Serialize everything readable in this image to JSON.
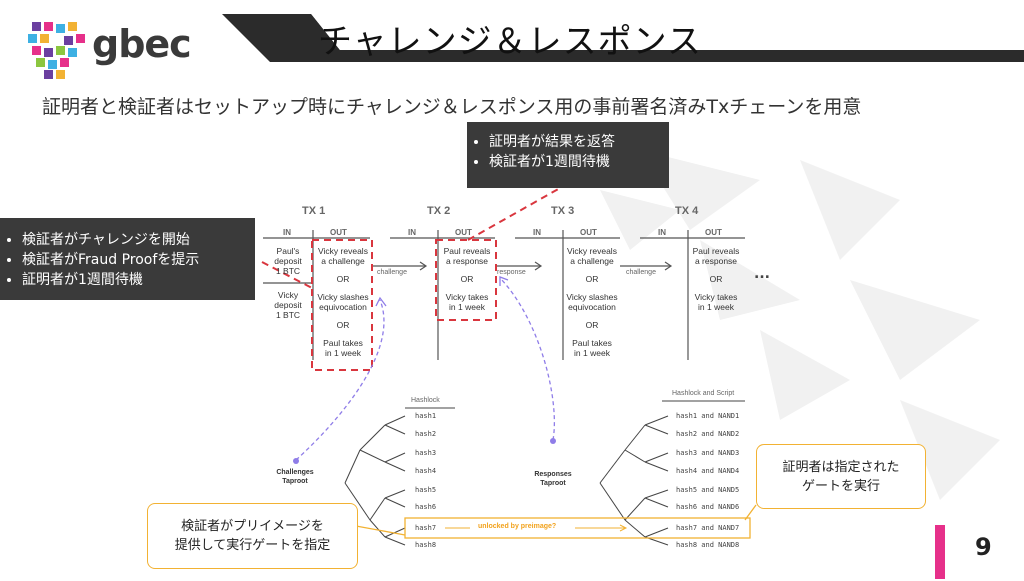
{
  "header": {
    "logo_text": "gbec",
    "title": "チャレンジ＆レスポンス"
  },
  "subtitle": "証明者と検証者はセットアップ時にチャレンジ＆レスポンス用の事前署名済みTxチェーンを用意",
  "callouts": {
    "prover_result": [
      "証明者が結果を返答",
      "検証者が1週間待機"
    ],
    "verifier_challenge": [
      "検証者がチャレンジを開始",
      "検証者がFraud Proofを提示",
      "証明者が1週間待機"
    ],
    "prover_gate": [
      "証明者は指定された",
      "ゲートを実行"
    ],
    "verifier_preimage": [
      "検証者がプリイメージを",
      "提供して実行ゲートを指定"
    ]
  },
  "diagram": {
    "tx1": {
      "label": "TX 1",
      "in_header": "IN",
      "out_header": "OUT",
      "inputs": [
        [
          "Paul's",
          "deposit",
          "1 BTC"
        ],
        [
          "Vicky",
          "deposit",
          "1 BTC"
        ]
      ],
      "outputs": [
        [
          "Vicky reveals",
          "a challenge"
        ],
        [
          "OR"
        ],
        [
          "Vicky slashes",
          "equivocation"
        ],
        [
          "OR"
        ],
        [
          "Paul takes",
          "in 1 week"
        ]
      ]
    },
    "tx2": {
      "label": "TX 2",
      "in_header": "IN",
      "out_header": "OUT",
      "outputs": [
        [
          "Paul reveals",
          "a response"
        ],
        [
          "OR"
        ],
        [
          "Vicky takes",
          "in 1 week"
        ]
      ]
    },
    "tx3": {
      "label": "TX 3",
      "in_header": "IN",
      "out_header": "OUT",
      "outputs": [
        [
          "Vicky reveals",
          "a challenge"
        ],
        [
          "OR"
        ],
        [
          "Vicky slashes",
          "equivocation"
        ],
        [
          "OR"
        ],
        [
          "Paul takes",
          "in 1 week"
        ]
      ]
    },
    "tx4": {
      "label": "TX 4",
      "in_header": "IN",
      "out_header": "OUT",
      "outputs": [
        [
          "Paul reveals",
          "a response"
        ],
        [
          "OR"
        ],
        [
          "Vicky takes",
          "in 1 week"
        ]
      ]
    },
    "arrow_labels": {
      "a1": "challenge",
      "a2": "response",
      "a3": "challenge"
    },
    "ellipsis": "...",
    "challenges_tree": {
      "title": [
        "Challenges",
        "Taproot"
      ],
      "header": "Hashlock",
      "leaves": [
        "hash1",
        "hash2",
        "hash3",
        "hash4",
        "hash5",
        "hash6",
        "hash7",
        "hash8"
      ]
    },
    "responses_tree": {
      "title": [
        "Responses",
        "Taproot"
      ],
      "header": "Hashlock and Script",
      "leaves": [
        "hash1  and  NAND1",
        "hash2  and  NAND2",
        "hash3  and  NAND3",
        "hash4  and  NAND4",
        "hash5  and  NAND5",
        "hash6  and  NAND6",
        "hash7  and  NAND7",
        "hash8  and  NAND8"
      ]
    },
    "unlock_label": "unlocked by preimage?"
  },
  "page_number": "9",
  "colors": {
    "accent_pink": "#e6308a",
    "dark_box": "#3a3a3a",
    "dashed_red": "#d9363e",
    "dashed_purple": "#8f7de8",
    "highlight_orange": "#f2b233"
  }
}
